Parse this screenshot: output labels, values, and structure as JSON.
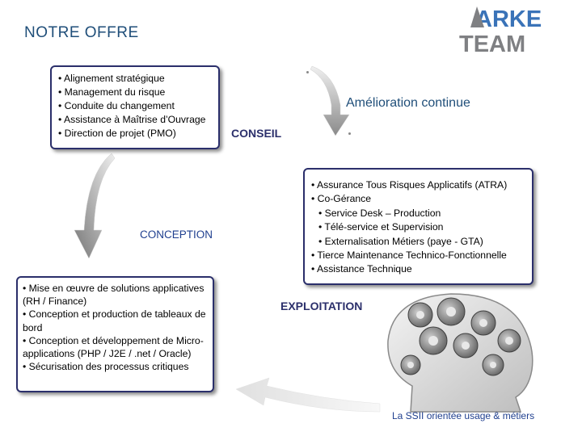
{
  "title": "NOTRE OFFRE",
  "logo": {
    "line1": "ARKE",
    "line2": "TEAM"
  },
  "conseil": {
    "label": "CONSEIL",
    "items": [
      "• Alignement stratégique",
      "• Management du risque",
      "• Conduite du changement",
      "• Assistance à Maîtrise d’Ouvrage",
      "• Direction de projet (PMO)"
    ]
  },
  "amelioration": "Amélioration continue",
  "exploitation": {
    "label": "EXPLOITATION",
    "items": [
      "• Assurance Tous Risques Applicatifs (ATRA)",
      "•  Co-Gérance",
      "• Service Desk – Production",
      "•  Télé-service et Supervision",
      "•  Externalisation Métiers (paye -  GTA)",
      "• Tierce Maintenance Technico-Fonctionnelle",
      "• Assistance Technique"
    ]
  },
  "conception": {
    "label": "CONCEPTION",
    "items": [
      "• Mise en œuvre  de solutions applicatives (RH / Finance)",
      "• Conception et production de tableaux de bord",
      "• Conception et développement de Micro-applications (PHP / J2E / .net / Oracle)",
      "• Sécurisation des processus critiques"
    ]
  },
  "tagline": "La SSII orientée usage & métiers",
  "colors": {
    "navy": "#2b2f6b",
    "blue": "#1f4e79",
    "logo_gray": "#7f8083",
    "logo_blue": "#3a73b8"
  }
}
